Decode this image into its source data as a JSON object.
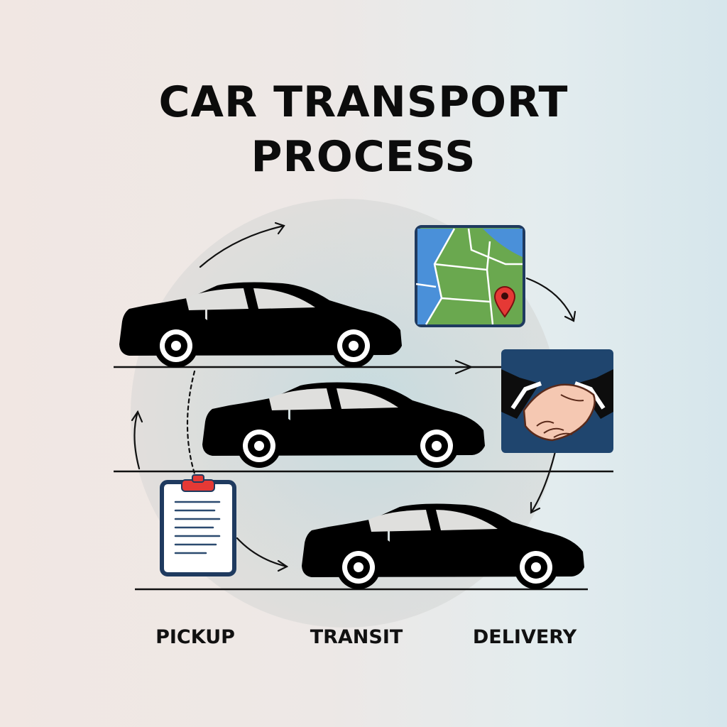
{
  "title": {
    "line1": "CAR TRANSPORT",
    "line2": "PROCESS"
  },
  "stages": [
    {
      "label": "PICKUP"
    },
    {
      "label": "TRANSIT"
    },
    {
      "label": "DELIVERY"
    }
  ],
  "icons": {
    "car": "car-silhouette-icon",
    "map": "map-location-icon",
    "handshake": "handshake-icon",
    "clipboard": "clipboard-checklist-icon"
  },
  "colors": {
    "car": "#000000",
    "map_land": "#6aa84f",
    "map_water": "#4a90d9",
    "map_pin": "#e53935",
    "handshake_bg": "#1f456e",
    "clipboard_frame": "#1f3a5f",
    "clipboard_clip": "#e53935",
    "circle_fill": "#c9dde2"
  }
}
